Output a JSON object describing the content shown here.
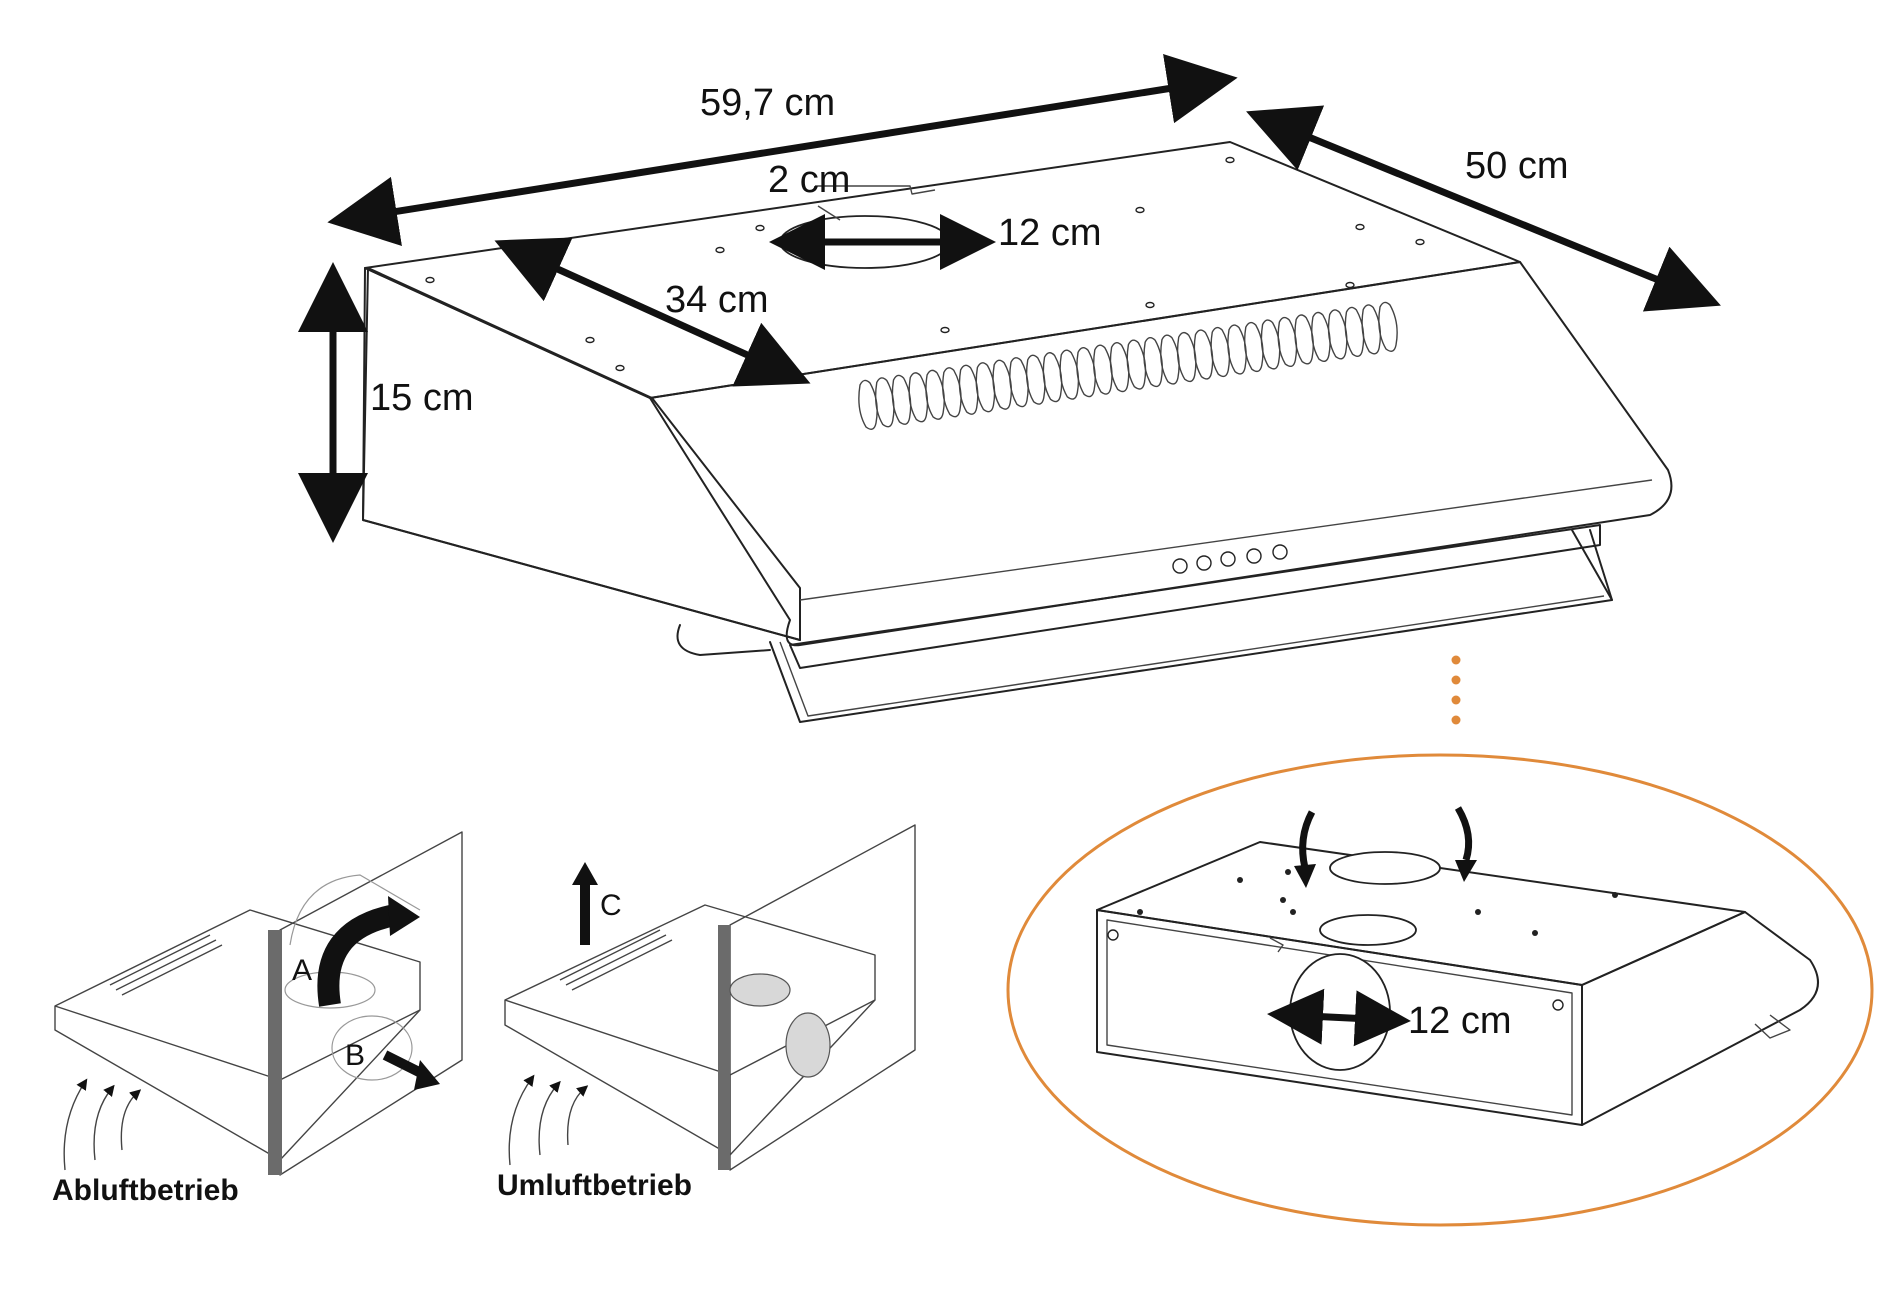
{
  "main_hood": {
    "width_label": "59,7 cm",
    "depth_label": "50 cm",
    "height_label": "15 cm",
    "inner_depth_label": "34 cm",
    "offset_label": "2 cm",
    "outlet_diameter_label": "12 cm"
  },
  "modes": {
    "exhaust": {
      "caption": "Abluftbetrieb",
      "marker_a": "A",
      "marker_b": "B"
    },
    "recirculation": {
      "caption": "Umluftbetrieb",
      "marker_c": "C"
    }
  },
  "detail": {
    "outlet_diameter_label": "12 cm",
    "accent_color": "#e08a3a"
  }
}
